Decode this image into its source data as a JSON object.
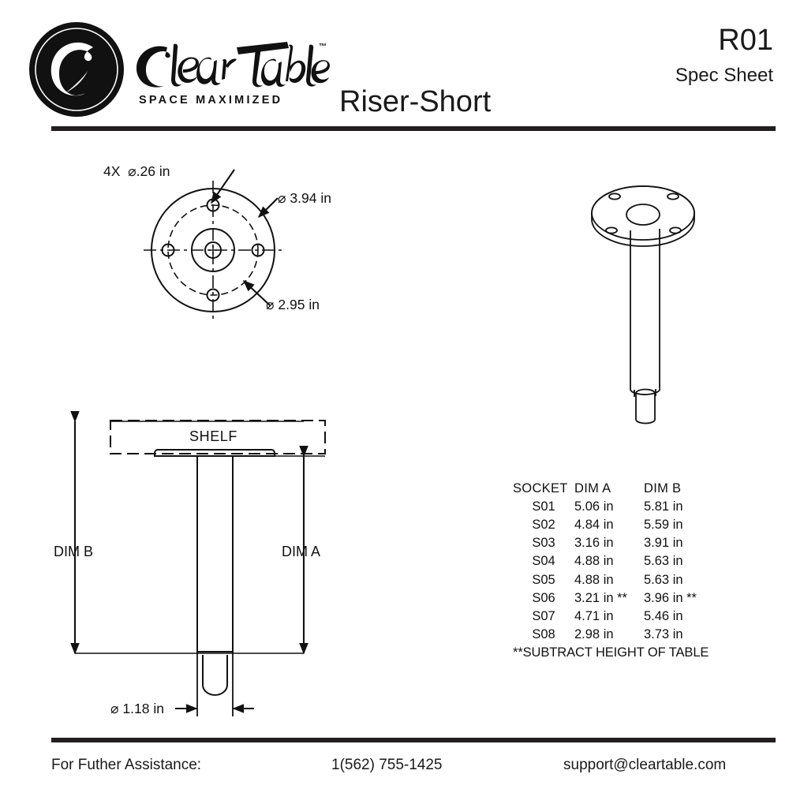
{
  "header": {
    "brand_name": "ClearTable",
    "brand_tm": "™",
    "tagline": "SPACE MAXIMIZED",
    "part_number": "R01",
    "sheet_kind": "Spec Sheet",
    "title": "Riser-Short"
  },
  "top_view": {
    "hole_callout": "4X  ⌀.26 in",
    "outer_diameter": "⌀ 3.94 in",
    "bolt_circle_diameter": "⌀ 2.95 in"
  },
  "front_view": {
    "shelf_label": "SHELF",
    "dim_b_label": "DIM B",
    "dim_a_label": "DIM A",
    "post_diameter": "⌀ 1.18 in"
  },
  "socket_table": {
    "columns": [
      "SOCKET",
      "DIM A",
      "DIM B"
    ],
    "rows": [
      {
        "socket": "S01",
        "dim_a": "5.06 in",
        "dim_b": "5.81 in"
      },
      {
        "socket": "S02",
        "dim_a": "4.84 in",
        "dim_b": "5.59 in"
      },
      {
        "socket": "S03",
        "dim_a": "3.16 in",
        "dim_b": "3.91 in"
      },
      {
        "socket": "S04",
        "dim_a": "4.88 in",
        "dim_b": "5.63 in"
      },
      {
        "socket": "S05",
        "dim_a": "4.88 in",
        "dim_b": "5.63 in"
      },
      {
        "socket": "S06",
        "dim_a": "3.21 in **",
        "dim_b": "3.96 in **"
      },
      {
        "socket": "S07",
        "dim_a": "4.71 in",
        "dim_b": "5.46 in"
      },
      {
        "socket": "S08",
        "dim_a": "2.98 in",
        "dim_b": "3.73 in"
      }
    ],
    "footnote": "**SUBTRACT HEIGHT OF TABLE"
  },
  "footer": {
    "assistance_label": "For Futher Assistance:",
    "phone": "1(562) 755-1425",
    "email": "support@cleartable.com"
  },
  "colors": {
    "ink": "#1a1a1a",
    "rule": "#231f20",
    "paper": "#ffffff"
  }
}
